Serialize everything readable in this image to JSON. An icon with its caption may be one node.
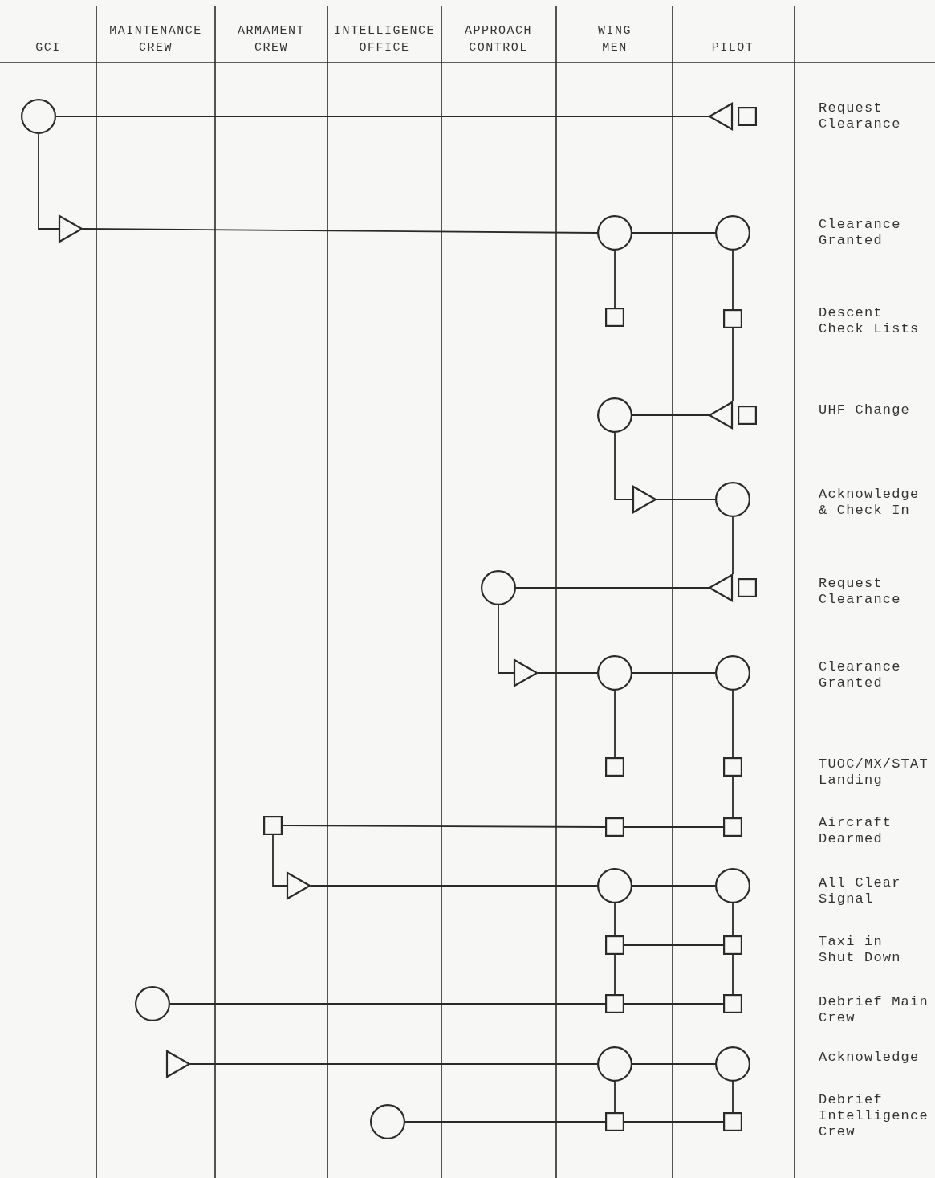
{
  "diagram": {
    "nodes": [
      {
        "text": [],
        "shape": "circle"
      },
      {
        "text": [],
        "shape": "triangle"
      },
      {
        "text": [],
        "shape": "box"
      },
      {
        "text": [],
        "shape": "triangle"
      },
      {
        "text": [],
        "shape": "circle"
      },
      {
        "text": [],
        "shape": "circle"
      },
      {
        "text": [],
        "shape": "box"
      },
      {
        "text": [],
        "shape": "box"
      },
      {
        "text": [],
        "shape": "circle"
      },
      {
        "text": [],
        "shape": "triangle"
      },
      {
        "text": [],
        "shape": "box"
      },
      {
        "text": [],
        "shape": "triangle"
      },
      {
        "text": [],
        "shape": "circle"
      },
      {
        "text": [],
        "shape": "circle"
      },
      {
        "text": [],
        "shape": "triangle"
      },
      {
        "text": [],
        "shape": "box"
      },
      {
        "text": [],
        "shape": "triangle"
      },
      {
        "text": [],
        "shape": "circle"
      },
      {
        "text": [],
        "shape": "circle"
      },
      {
        "text": [],
        "shape": "box"
      },
      {
        "text": [],
        "shape": "box"
      },
      {
        "text": [],
        "shape": "box"
      },
      {
        "text": [],
        "shape": "box"
      },
      {
        "text": [],
        "shape": "box"
      },
      {
        "text": [],
        "shape": "triangle"
      },
      {
        "text": [],
        "shape": "circle"
      },
      {
        "text": [],
        "shape": "circle"
      },
      {
        "text": [],
        "shape": "box"
      },
      {
        "text": [],
        "shape": "box"
      },
      {
        "text": [],
        "shape": "circle"
      },
      {
        "text": [],
        "shape": "box"
      },
      {
        "text": [],
        "shape": "box"
      },
      {
        "text": [],
        "shape": "triangle"
      },
      {
        "text": [],
        "shape": "circle"
      },
      {
        "text": [],
        "shape": "circle"
      },
      {
        "text": [],
        "shape": "circle"
      },
      {
        "text": [],
        "shape": "box"
      },
      {
        "text": [],
        "shape": "box"
      }
    ],
    "edges": [
      {
        "from": 0,
        "to": 1,
        "arrow": "none"
      },
      {
        "from": 0,
        "to": 3,
        "arrow": "none"
      },
      {
        "from": 3,
        "to": 4,
        "arrow": "none"
      },
      {
        "from": 4,
        "to": 5,
        "arrow": "none"
      },
      {
        "from": 4,
        "to": 6,
        "arrow": "none"
      },
      {
        "from": 5,
        "to": 7,
        "arrow": "none"
      },
      {
        "from": 8,
        "to": 9,
        "arrow": "none"
      },
      {
        "from": 7,
        "to": 9,
        "arrow": "none"
      },
      {
        "from": 8,
        "to": 11,
        "arrow": "none"
      },
      {
        "from": 11,
        "to": 12,
        "arrow": "none"
      },
      {
        "from": 12,
        "to": 14,
        "arrow": "none"
      },
      {
        "from": 13,
        "to": 14,
        "arrow": "none"
      },
      {
        "from": 13,
        "to": 16,
        "arrow": "none"
      },
      {
        "from": 16,
        "to": 17,
        "arrow": "none"
      },
      {
        "from": 17,
        "to": 18,
        "arrow": "none"
      },
      {
        "from": 17,
        "to": 19,
        "arrow": "none"
      },
      {
        "from": 18,
        "to": 20,
        "arrow": "none"
      },
      {
        "from": 20,
        "to": 23,
        "arrow": "none"
      },
      {
        "from": 21,
        "to": 22,
        "arrow": "none"
      },
      {
        "from": 22,
        "to": 23,
        "arrow": "none"
      },
      {
        "from": 21,
        "to": 24,
        "arrow": "none"
      },
      {
        "from": 24,
        "to": 25,
        "arrow": "none"
      },
      {
        "from": 25,
        "to": 26,
        "arrow": "none"
      },
      {
        "from": 25,
        "to": 27,
        "arrow": "none"
      },
      {
        "from": 26,
        "to": 28,
        "arrow": "none"
      },
      {
        "from": 27,
        "to": 28,
        "arrow": "none"
      },
      {
        "from": 27,
        "to": 30,
        "arrow": "none"
      },
      {
        "from": 28,
        "to": 31,
        "arrow": "none"
      },
      {
        "from": 29,
        "to": 30,
        "arrow": "none"
      },
      {
        "from": 30,
        "to": 31,
        "arrow": "none"
      },
      {
        "from": 32,
        "to": 33,
        "arrow": "none"
      },
      {
        "from": 33,
        "to": 34,
        "arrow": "none"
      },
      {
        "from": 33,
        "to": 36,
        "arrow": "none"
      },
      {
        "from": 34,
        "to": 37,
        "arrow": "none"
      },
      {
        "from": 35,
        "to": 36,
        "arrow": "none"
      },
      {
        "from": 36,
        "to": 37,
        "arrow": "none"
      }
    ],
    "labels": [
      "GCI",
      "MAINTENANCE CREW",
      "ARMAMENT CREW",
      "INTELLIGENCE OFFICE",
      "APPROACH CONTROL",
      "WING MEN",
      "PILOT",
      "Request Clearance",
      "Clearance Granted",
      "Descent Check Lists",
      "UHF Change",
      "Acknowledge & Check In",
      "Request Clearance",
      "Clearance Granted",
      "TUOC/MX/STAT Landing",
      "Aircraft Dearmed",
      "All Clear Signal",
      "Taxi in Shut Down",
      "Debrief Main Crew",
      "Acknowledge",
      "Debrief Intelligence Crew"
    ]
  }
}
